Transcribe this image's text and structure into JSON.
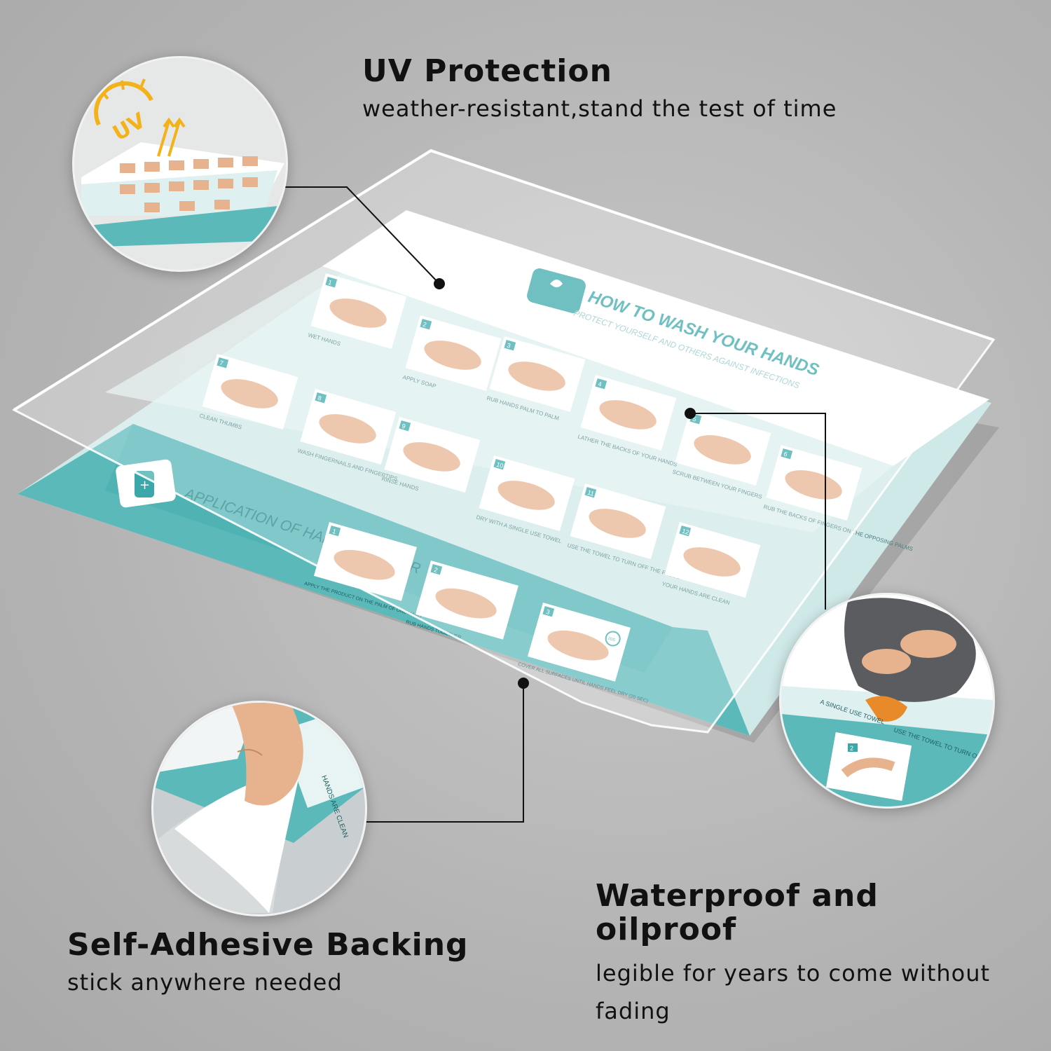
{
  "features": {
    "uv": {
      "title": "UV Protection",
      "desc": "weather-resistant,stand the test of time",
      "badge": "UV"
    },
    "adhesive": {
      "title": "Self-Adhesive Backing",
      "desc": "stick anywhere needed"
    },
    "waterproof": {
      "title": "Waterproof and oilproof",
      "desc": "legible for years to come without fading"
    }
  },
  "poster": {
    "title": "HOW TO WASH YOUR HANDS",
    "subtitle": "PROTECT YOURSELF AND OTHERS AGAINST INFECTIONS",
    "steps": [
      {
        "num": "1",
        "label": "WET HANDS"
      },
      {
        "num": "2",
        "label": "APPLY SOAP"
      },
      {
        "num": "3",
        "label": "RUB HANDS PALM TO PALM"
      },
      {
        "num": "4",
        "label": "LATHER THE BACKS OF YOUR HANDS"
      },
      {
        "num": "5",
        "label": "SCRUB BETWEEN YOUR FINGERS"
      },
      {
        "num": "6",
        "label": "RUB THE BACKS OF FINGERS ON THE OPPOSING PALMS"
      },
      {
        "num": "7",
        "label": "CLEAN THUMBS"
      },
      {
        "num": "8",
        "label": "WASH FINGERNAILS AND FINGERTIPS"
      },
      {
        "num": "9",
        "label": "RINSE HANDS"
      },
      {
        "num": "10",
        "label": "DRY WITH A SINGLE USE TOWEL"
      },
      {
        "num": "11",
        "label": "USE THE TOWEL TO TURN OFF THE FAUCET"
      },
      {
        "num": "12",
        "label": "YOUR HANDS ARE CLEAN"
      }
    ],
    "sanitizer": {
      "title": "APPLICATION OF HAND SANITIZER",
      "steps": [
        {
          "num": "1",
          "label": "APPLY THE PRODUCT ON THE PALM OF ONE HAND"
        },
        {
          "num": "2",
          "label": "RUB HANDS TOGETHER"
        },
        {
          "num": "3",
          "label": "COVER ALL SURFACES UNTIL HANDS FEEL DRY (20 SEC)"
        }
      ],
      "timer": "20S"
    }
  },
  "zoom_details": {
    "adhesive_edge_label": "HANDS ARE CLEAN",
    "waterproof_labels": [
      "A SINGLE USE TOWEL",
      "USE THE TOWEL TO TURN OFF THE FAUCET",
      "2"
    ]
  },
  "colors": {
    "teal": "#3aa8aa",
    "light_teal": "#cfe8e8",
    "pale_teal": "#e3f2f2",
    "skin": "#e7b38f",
    "background": "#b9b9b9"
  }
}
